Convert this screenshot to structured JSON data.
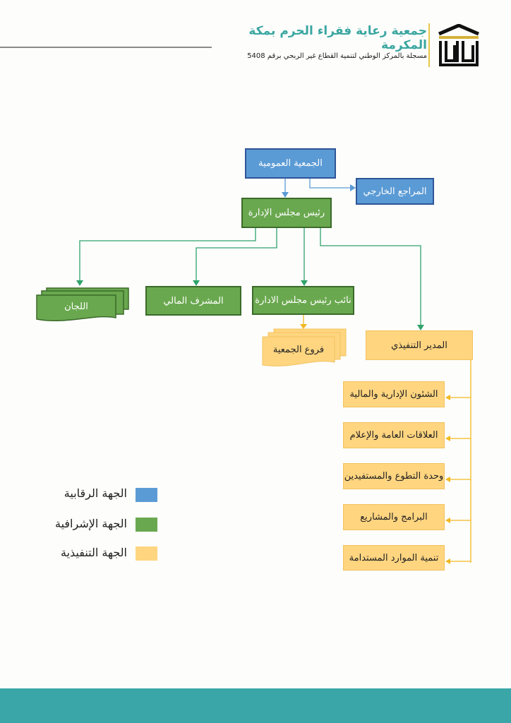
{
  "header": {
    "title": "جمعية رعاية فقراء الحرم بمكة المكرمة",
    "subtitle": "مسجلة بالمركز الوطني لتنمية القطاع غير الربحي برقم 5408",
    "title_color": "#3aa6a0"
  },
  "chart": {
    "general_assembly": "الجمعية العمومية",
    "external_auditor": "المراجع الخارجي",
    "board_chairman": "رئيس مجلس الإدارة",
    "committees": "اللجان",
    "financial_supervisor": "المشرف المالي",
    "vice_chairman": "نائب رئيس مجلس الادارة",
    "branches": "فروع الجمعية",
    "executive_director": "المدير التنفيذي",
    "departments": [
      "الشئون الإدارية والمالية",
      "العلاقات العامة والإعلام",
      "وحدة التطوع والمستفيدين",
      "البرامج والمشاريع",
      "تنمية الموارد المستدامة"
    ]
  },
  "legend": [
    {
      "label": "الجهة الرقابية",
      "color": "#5b9bd5"
    },
    {
      "label": "الجهة الإشرافية",
      "color": "#6aa84f"
    },
    {
      "label": "الجهة التنفيذية",
      "color": "#ffd580"
    }
  ],
  "colors": {
    "footer": "#3aa6a8",
    "connector_green": "#2fa36b",
    "connector_blue": "#5b9bd5",
    "connector_orange": "#f2b820"
  }
}
